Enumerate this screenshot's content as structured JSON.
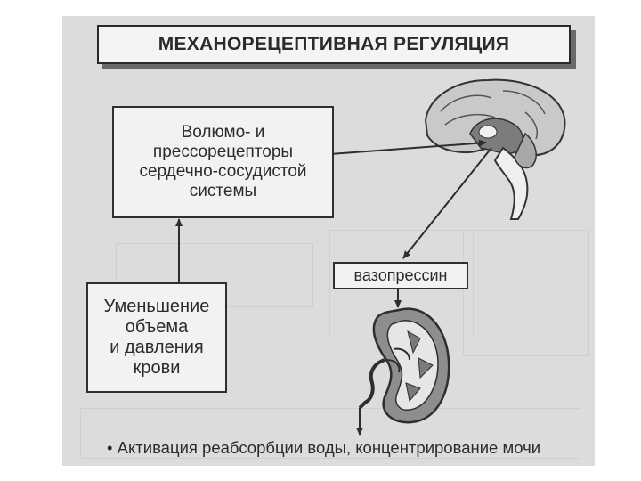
{
  "title": "МЕХАНОРЕЦЕПТИВНАЯ РЕГУЛЯЦИЯ",
  "receptors_box": {
    "lines": [
      "Волюмо- и",
      "прессорецепторы",
      "сердечно-сосудистой",
      "системы"
    ]
  },
  "decrease_box": {
    "lines": [
      "Уменьшение",
      "объема",
      "и давления",
      "крови"
    ]
  },
  "vasopressin_label": "вазопрессин",
  "footer_text": "• Активация реабсорбции воды, концентрирование мочи",
  "colors": {
    "panel_background": "#dcdcdc",
    "box_fill": "#f2f2f2",
    "ink": "#2b2b2b"
  },
  "icons": [
    "brain-icon",
    "kidney-icon"
  ]
}
